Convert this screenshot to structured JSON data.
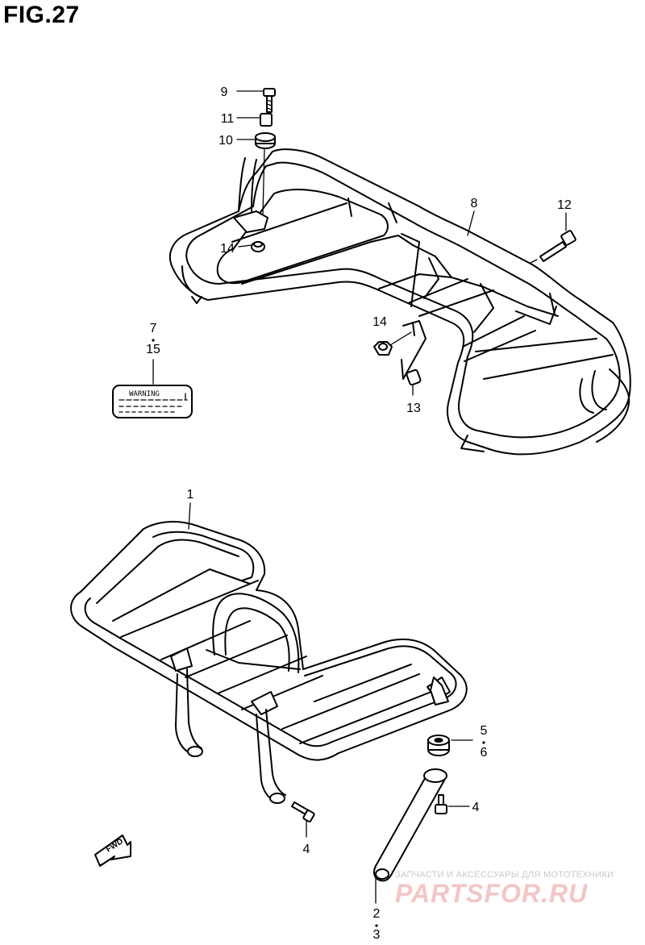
{
  "figure": {
    "title": "FIG.27"
  },
  "callouts": [
    {
      "id": "c9",
      "text": "9"
    },
    {
      "id": "c11",
      "text": "11"
    },
    {
      "id": "c10",
      "text": "10"
    },
    {
      "id": "c8",
      "text": "8"
    },
    {
      "id": "c12",
      "text": "12"
    },
    {
      "id": "c14a",
      "text": "14"
    },
    {
      "id": "c14b",
      "text": "14"
    },
    {
      "id": "c7",
      "text": "7"
    },
    {
      "id": "c15",
      "text": "15"
    },
    {
      "id": "c13",
      "text": "13"
    },
    {
      "id": "c1",
      "text": "1"
    },
    {
      "id": "c5",
      "text": "5"
    },
    {
      "id": "c6",
      "text": "6"
    },
    {
      "id": "c4a",
      "text": "4"
    },
    {
      "id": "c4b",
      "text": "4"
    },
    {
      "id": "c2",
      "text": "2"
    },
    {
      "id": "c3",
      "text": "3"
    }
  ],
  "warning_label": {
    "text": "WARNING"
  },
  "fwd_arrow": {
    "text": "FWD"
  },
  "watermark": {
    "tagline": "ЗАПЧАСТИ И АКСЕССУАРЫ ДЛЯ МОТОТЕХНИКИ",
    "brand": "PARTSFOR.RU"
  }
}
